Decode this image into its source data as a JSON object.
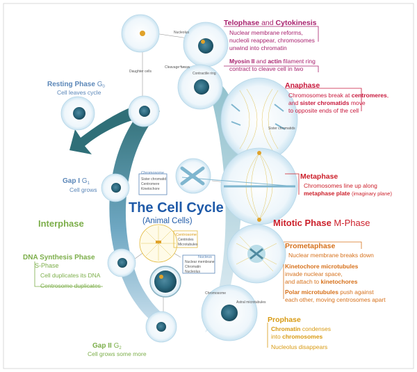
{
  "title": "The Cell Cycle",
  "subtitle": "(Animal Cells)",
  "interphase": "Interphase",
  "mitotic": {
    "name": "Mitotic Phase",
    "sub": "M-Phase"
  },
  "resting": {
    "name": "Resting Phase",
    "sub": "G",
    "subscript": "0",
    "desc": "Cell leaves cycle"
  },
  "gap1": {
    "name": "Gap I",
    "sub": "G",
    "subscript": "1",
    "desc": "Cell grows"
  },
  "dna": {
    "name": "DNA Synthesis Phase",
    "sub": "S-Phase",
    "desc1": "Cell duplicates its DNA",
    "desc2": "Centrosome duplicates"
  },
  "gap2": {
    "name": "Gap II",
    "sub": "G",
    "subscript": "2",
    "desc": "Cell grows some more"
  },
  "telophase": {
    "name1": "Telophase",
    "and": "and",
    "name2": "Cytokinesis",
    "l1": "Nuclear membrane reforms,",
    "l2": "nucleoli reappear, chromosomes",
    "l3": "unwind into chromatin",
    "l4a": "Myosin II",
    "l4b": "and",
    "l4c": "actin",
    "l4d": "filament ring",
    "l5": "contract to cleave cell in two"
  },
  "anaphase": {
    "name": "Anaphase",
    "l1a": "Chromosomes break at",
    "l1b": "centromeres",
    "l1c": ",",
    "l2a": "and",
    "l2b": "sister chromatids",
    "l2c": "move",
    "l3": "to opposite ends of the cell"
  },
  "metaphase": {
    "name": "Metaphase",
    "l1": "Chromosomes line up along",
    "l2a": "metaphase plate",
    "l2b": "(imaginary plane)"
  },
  "prometaphase": {
    "name": "Prometaphase",
    "l1": "Nuclear membrane breaks down",
    "l2": "Kinetochore microtubules",
    "l3": "invade nuclear space,",
    "l4a": "and attach to",
    "l4b": "kinetochores",
    "l5a": "Polar microtubules",
    "l5b": "push against",
    "l6": "each other, moving centrosomes apart"
  },
  "prophase": {
    "name": "Prophase",
    "l1a": "Chromatin",
    "l1b": "condenses",
    "l2a": "into",
    "l2b": "chromosomes",
    "l3": "Nucleolus disappears"
  },
  "small_labels": {
    "nucleolus": "Nucleolus",
    "daughter": "Daughter cells",
    "cleavage": "Cleavage furrow",
    "contractile": "Contractile ring",
    "sister": "Sister chromatids",
    "astral": "Astral microtubules",
    "chromosome": "Chromosome"
  },
  "chromosome_box": {
    "title": "Chromosome",
    "items": [
      "Sister chromatid",
      "Centromere",
      "Kinetochore"
    ]
  },
  "centrosome_box": {
    "title": "Centrosome",
    "items": [
      "Centrioles",
      "Microtubules"
    ]
  },
  "nucleus_box": {
    "title": "Nucleus",
    "items": [
      "Nuclear membrane",
      "Chromatin",
      "Nucleolus"
    ]
  },
  "colors": {
    "telophase": "#a8216e",
    "anaphase": "#c8183c",
    "metaphase": "#cc1f2a",
    "prometaphase": "#d6701a",
    "prophase": "#d89a12",
    "interphase": "#7cae4a",
    "gap": "#5a86b8",
    "title": "#1f5aa8",
    "arrow": "#2f6f78"
  }
}
